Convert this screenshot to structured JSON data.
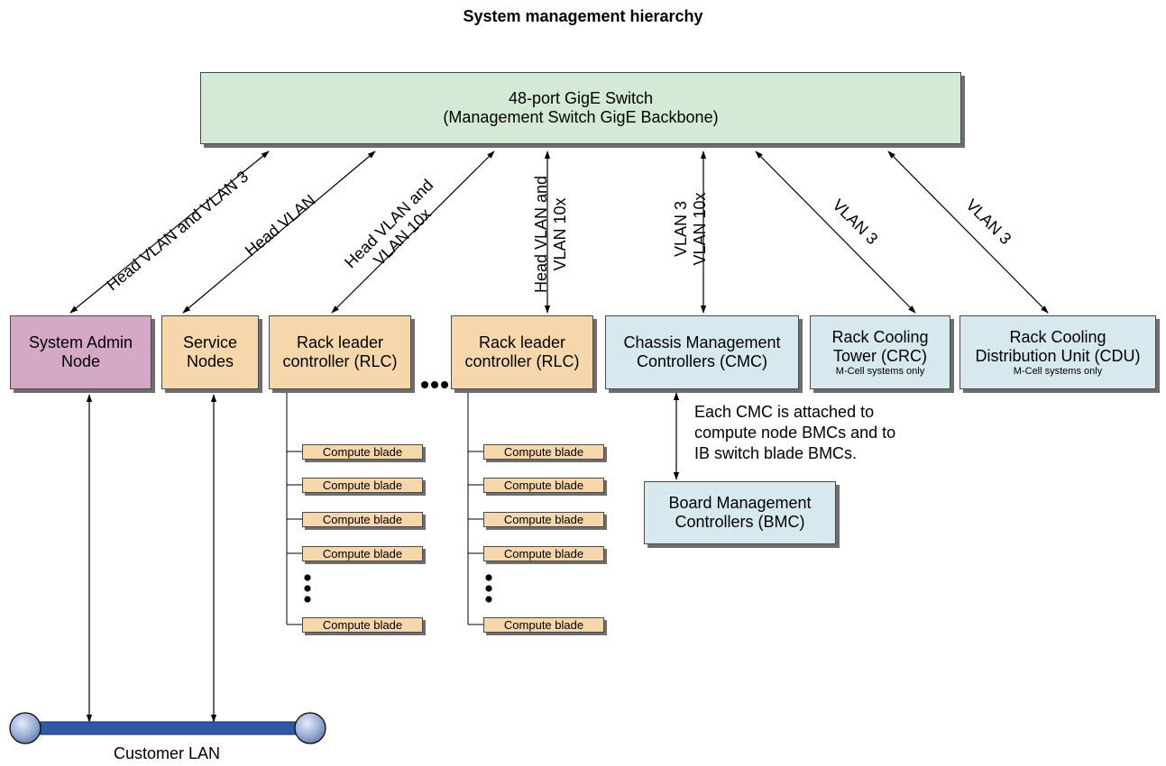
{
  "title": "System management hierarchy",
  "switch": {
    "line1": "48-port GigE Switch",
    "line2": "(Management Switch GigE Backbone)"
  },
  "nodes": {
    "admin": {
      "line1": "System Admin",
      "line2": "Node"
    },
    "service": {
      "line1": "Service",
      "line2": "Nodes"
    },
    "rlc1": {
      "line1": "Rack leader",
      "line2": "controller (RLC)"
    },
    "rlc2": {
      "line1": "Rack leader",
      "line2": "controller (RLC)"
    },
    "cmc": {
      "line1": "Chassis Management",
      "line2": "Controllers (CMC)"
    },
    "crc": {
      "line1": "Rack Cooling",
      "line2": "Tower (CRC)",
      "note": "M-Cell systems only"
    },
    "cdu": {
      "line1": "Rack Cooling",
      "line2": "Distribution Unit (CDU)",
      "note": "M-Cell systems only"
    },
    "bmc": {
      "line1": "Board Management",
      "line2": "Controllers (BMC)"
    }
  },
  "links": {
    "admin_line1": "Head VLAN and VLAN 3",
    "service_line1": "Head VLAN",
    "rlc1_line1": "Head VLAN and",
    "rlc1_line2": "VLAN 10x",
    "rlc2_line1": "Head VLAN and",
    "rlc2_line2": "VLAN 10x",
    "cmc_line1": "VLAN 3",
    "cmc_line2": "VLAN 10x",
    "crc_line1": "VLAN 3",
    "cdu_line1": "VLAN 3"
  },
  "blade_label": "Compute blade",
  "cmc_note": [
    "Each CMC is attached to",
    "compute node BMCs and to",
    "IB switch blade BMCs."
  ],
  "lan_label": "Customer LAN",
  "colors": {
    "switch": "#d4e9d6",
    "admin": "#d6a8c8",
    "service_rlc": "#f6d6ab",
    "controllers": "#d7e8ef",
    "lan": "#2e5aa8"
  }
}
